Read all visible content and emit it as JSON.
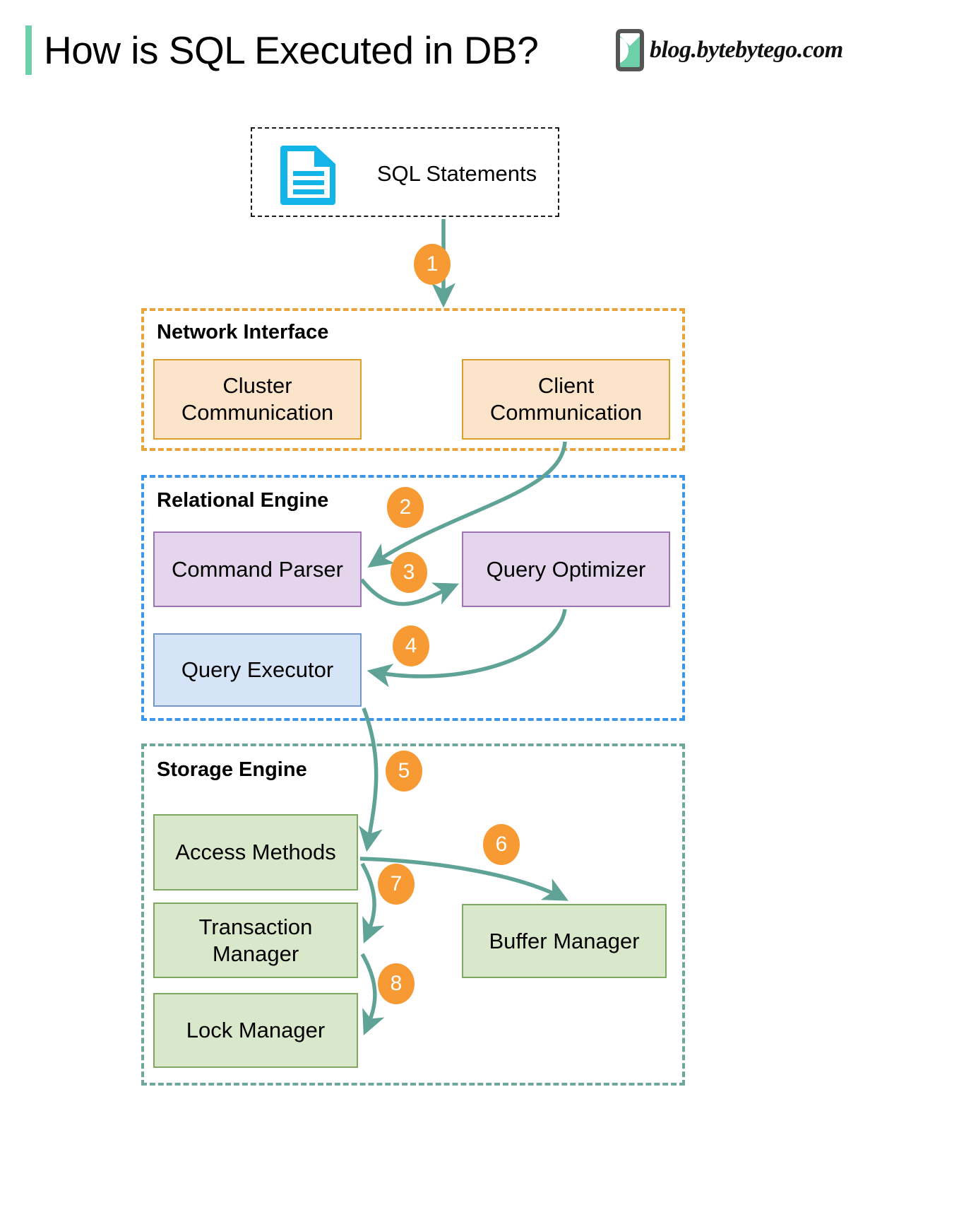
{
  "header": {
    "title": "How is SQL Executed in DB?",
    "brand_text": "blog.bytebytego.com",
    "accent_color": "#6ECFAB",
    "logo_icon": "bytebytego-logo-icon"
  },
  "source": {
    "label": "SQL Statements",
    "icon": "document-icon",
    "icon_color": "#13B5E8",
    "border_style": "dashed",
    "border_color": "#1a1a1a"
  },
  "groups": [
    {
      "id": "network",
      "title": "Network Interface",
      "border_color": "#E8A33D",
      "nodes": [
        {
          "id": "cluster-communication",
          "label": "Cluster\nCommunication",
          "line1": "Cluster",
          "line2": "Communication",
          "fill": "#FCE4CA",
          "stroke": "#D6A02A"
        },
        {
          "id": "client-communication",
          "label": "Client\nCommunication",
          "line1": "Client",
          "line2": "Communication",
          "fill": "#FCE4CA",
          "stroke": "#D6A02A"
        }
      ]
    },
    {
      "id": "relational",
      "title": "Relational Engine",
      "border_color": "#3D96E8",
      "nodes": [
        {
          "id": "command-parser",
          "label": "Command Parser",
          "fill": "#E4D5EC",
          "stroke": "#9E74B0"
        },
        {
          "id": "query-optimizer",
          "label": "Query Optimizer",
          "fill": "#E4D5EC",
          "stroke": "#9E74B0"
        },
        {
          "id": "query-executor",
          "label": "Query Executor",
          "fill": "#D6E4F7",
          "stroke": "#7795C4"
        }
      ]
    },
    {
      "id": "storage",
      "title": "Storage Engine",
      "border_color": "#6FA79A",
      "nodes": [
        {
          "id": "access-methods",
          "label": "Access Methods",
          "fill": "#D9E8CA",
          "stroke": "#7FA861"
        },
        {
          "id": "buffer-manager",
          "label": "Buffer Manager",
          "fill": "#D9E8CA",
          "stroke": "#7FA861"
        },
        {
          "id": "transaction-manager",
          "label": "Transaction\nManager",
          "line1": "Transaction",
          "line2": "Manager",
          "fill": "#D9E8CA",
          "stroke": "#7FA861"
        },
        {
          "id": "lock-manager",
          "label": "Lock Manager",
          "fill": "#D9E8CA",
          "stroke": "#7FA861"
        }
      ]
    }
  ],
  "steps": [
    {
      "n": "1",
      "from": "sql-statements",
      "to": "network-interface"
    },
    {
      "n": "2",
      "from": "client-communication",
      "to": "command-parser"
    },
    {
      "n": "3",
      "from": "command-parser",
      "to": "query-optimizer"
    },
    {
      "n": "4",
      "from": "query-optimizer",
      "to": "query-executor"
    },
    {
      "n": "5",
      "from": "query-executor",
      "to": "access-methods"
    },
    {
      "n": "6",
      "from": "access-methods",
      "to": "buffer-manager"
    },
    {
      "n": "7",
      "from": "access-methods",
      "to": "transaction-manager"
    },
    {
      "n": "8",
      "from": "transaction-manager",
      "to": "lock-manager"
    }
  ],
  "arrow_color": "#5FA396",
  "badge_color": "#F79A33"
}
